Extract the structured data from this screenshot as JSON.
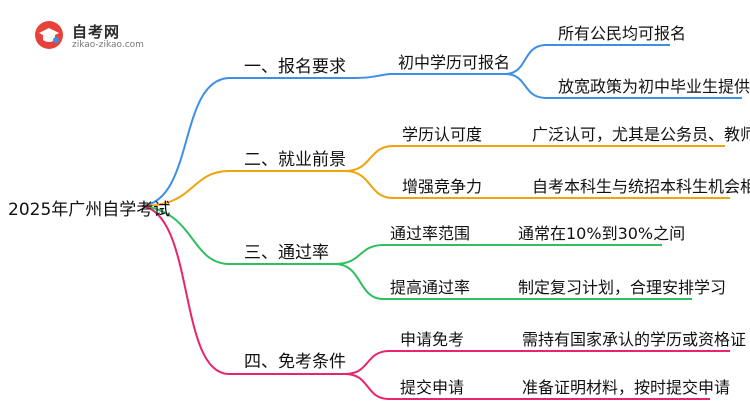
{
  "logo": {
    "title": "自考网",
    "url": "zikao-zikao.com"
  },
  "mindmap": {
    "root": "2025年广州自学考试",
    "branches": [
      {
        "label": "一、报名要求",
        "color": "#3d8fe6",
        "children": [
          {
            "label": "初中学历可报名",
            "children": [
              "所有公民均可报名",
              "放宽政策为初中毕业生提供机会"
            ]
          }
        ]
      },
      {
        "label": "二、就业前景",
        "color": "#f0a30a",
        "children": [
          {
            "label": "学历认可度",
            "children": [
              "广泛认可，尤其是公务员、教师"
            ]
          },
          {
            "label": "增强竞争力",
            "children": [
              "自考本科生与统招本科生机会相同"
            ]
          }
        ]
      },
      {
        "label": "三、通过率",
        "color": "#2fbf5f",
        "children": [
          {
            "label": "通过率范围",
            "children": [
              "通常在10%到30%之间"
            ]
          },
          {
            "label": "提高通过率",
            "children": [
              "制定复习计划，合理安排学习"
            ]
          }
        ]
      },
      {
        "label": "四、免考条件",
        "color": "#e8246e",
        "children": [
          {
            "label": "申请免考",
            "children": [
              "需持有国家承认的学历或资格证"
            ]
          },
          {
            "label": "提交申请",
            "children": [
              "准备证明材料，按时提交申请"
            ]
          }
        ]
      }
    ]
  }
}
